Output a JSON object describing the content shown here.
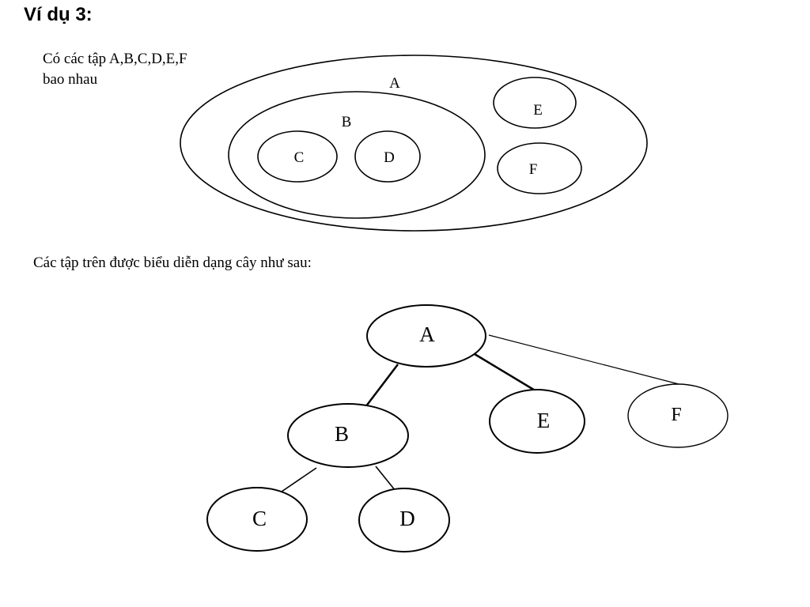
{
  "title": "Ví dụ 3:",
  "intro": {
    "line1": "Có các tập A,B,C,D,E,F",
    "line2": "bao nhau"
  },
  "caption": "Các tập trên được biểu diễn dạng cây như sau:",
  "venn": {
    "A": "A",
    "B": "B",
    "C": "C",
    "D": "D",
    "E": "E",
    "F": "F"
  },
  "tree": {
    "A": "A",
    "B": "B",
    "C": "C",
    "D": "D",
    "E": "E",
    "F": "F"
  }
}
